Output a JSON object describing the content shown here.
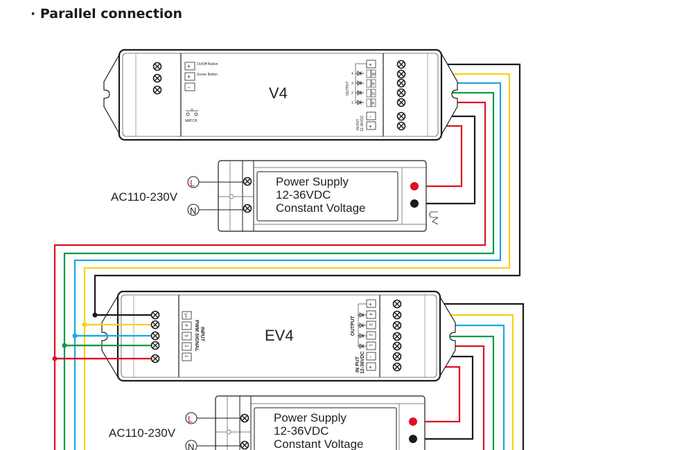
{
  "title": "· Parallel connection",
  "colors": {
    "red": "#e0101e",
    "green": "#0a9a46",
    "blue": "#1aa6e0",
    "yellow": "#f5d21a",
    "black": "#1a1a1a"
  },
  "controller": {
    "name": "V4",
    "buttons": [
      {
        "symbol": "+",
        "label": "On/Off Button"
      },
      {
        "symbol": "+",
        "label": "Scene Button"
      },
      {
        "symbol": "-",
        "label": ""
      }
    ],
    "match_label": "MATCH",
    "output_label": "OUTPUT",
    "output_channels": [
      {
        "num": "4",
        "code": "W"
      },
      {
        "num": "3",
        "code": "B"
      },
      {
        "num": "2",
        "code": "G"
      },
      {
        "num": "1",
        "code": "R"
      }
    ],
    "output_plus": "+",
    "input_label": "IN PUT",
    "input_voltage": "12-36VDC",
    "input_minus": "-",
    "input_plus": "+"
  },
  "repeater": {
    "name": "EV4",
    "input_label": "INPUT",
    "pwm_label": "PWM SIGNAL",
    "input_terminals": [
      "V+",
      "4",
      "3",
      "2",
      "1"
    ],
    "output_label": "OUTPUT",
    "output_terminals": [
      "+",
      "4",
      "3",
      "2",
      "1"
    ],
    "power_label": "IN PUT",
    "power_voltage": "12-36VDC",
    "power_minus": "-",
    "power_plus": "+"
  },
  "power_supplies": [
    {
      "line1": "Power Supply",
      "line2": "12-36VDC",
      "line3": "Constant Voltage",
      "ac_label": "AC110-230V",
      "live": "L",
      "neutral": "N"
    },
    {
      "line1": "Power Supply",
      "line2": "12-36VDC",
      "line3": "Constant Voltage",
      "ac_label": "AC110-230V",
      "live": "L",
      "neutral": "N"
    }
  ]
}
